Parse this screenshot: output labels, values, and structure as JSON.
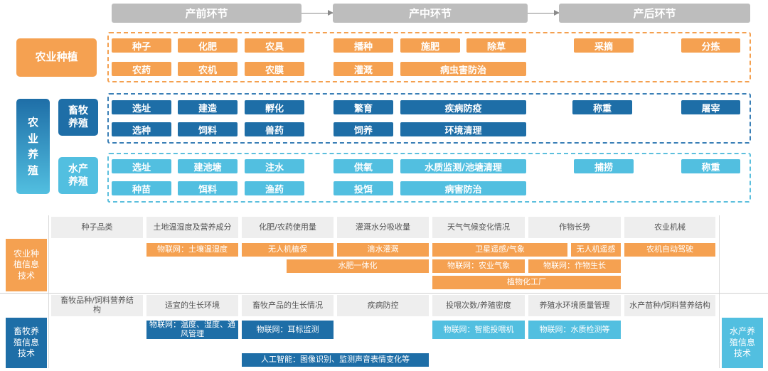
{
  "stages": [
    "产前环节",
    "产中环节",
    "产后环节"
  ],
  "groups": {
    "planting": "农业种植",
    "farming": "农业养殖",
    "livestock": "畜牧养殖",
    "aquatic": "水产养殖"
  },
  "planting": {
    "row1": [
      "种子",
      "化肥",
      "农具",
      "播种",
      "施肥",
      "除草",
      "采摘",
      "分拣"
    ],
    "row2": [
      "农药",
      "农机",
      "农膜",
      "灌溉",
      "病虫害防治"
    ]
  },
  "livestock": {
    "row1": [
      "选址",
      "建造",
      "孵化",
      "繁育",
      "疾病防疫",
      "称重",
      "屠宰"
    ],
    "row2": [
      "选种",
      "饲料",
      "兽药",
      "饲养",
      "环境清理"
    ]
  },
  "aquatic": {
    "row1": [
      "选址",
      "建池塘",
      "注水",
      "供氧",
      "水质监测/池塘清理",
      "捕捞",
      "称重"
    ],
    "row2": [
      "种苗",
      "饵料",
      "渔药",
      "投饵",
      "病害防治"
    ]
  },
  "info": {
    "ag_label": "农业种\n植信息\n技术",
    "ls_label": "畜牧养\n殖信息\n技术",
    "aq_label": "水产养\n殖信息\n技术",
    "ag_headers": [
      "种子品类",
      "土地温湿度及营养成分",
      "化肥/农药使用量",
      "灌溉水分吸收量",
      "天气气候变化情况",
      "作物长势",
      "农业机械"
    ],
    "ag_tags": [
      "物联网：土壤温湿度",
      "无人机植保",
      "滴水灌溉",
      "卫星遥感/气象",
      "无人机遥感",
      "农机自动驾驶",
      "水肥一体化",
      "物联网：农业气象",
      "物联网：作物生长",
      "植物化工厂"
    ],
    "ls_headers": [
      "畜牧品种/饲料营养结构",
      "适宜的生长环境",
      "畜牧产品的生长情况",
      "疾病防控",
      "投喂次数/养殖密度",
      "养殖水环境质量管理",
      "水产苗种/饲料营养结构"
    ],
    "ls_tags": [
      "物联网：温度、湿度、通风管理",
      "物联网：耳标监测",
      "人工智能：图像识别、监测声音表情变化等"
    ],
    "aq_tags": [
      "物联网：智能投喂机",
      "物联网：水质检测等"
    ]
  },
  "colors": {
    "orange": "#f5a151",
    "blue": "#1e6ea7",
    "light_blue": "#52bfe0",
    "grey": "#bdbdbd"
  }
}
